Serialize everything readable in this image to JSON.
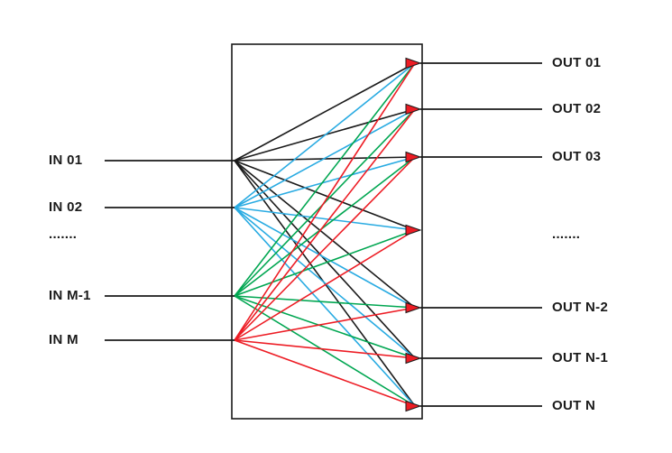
{
  "diagram": {
    "box_color": "#1a1a1a",
    "line_color": "#1a1a1a",
    "arrowhead": {
      "fill": "#ed1c24",
      "stroke": "#1a1a1a"
    },
    "inputs": [
      {
        "label": "IN 01",
        "color": "#1a1a1a"
      },
      {
        "label": "IN 02",
        "color": "#29abe2"
      },
      {
        "label": ".......",
        "color": ""
      },
      {
        "label": "IN M-1",
        "color": "#00a651"
      },
      {
        "label": "IN M",
        "color": "#ed1c24"
      }
    ],
    "outputs": [
      {
        "label": "OUT 01"
      },
      {
        "label": "OUT 02"
      },
      {
        "label": "OUT 03"
      },
      {
        "label": "......."
      },
      {
        "label": "OUT N-2"
      },
      {
        "label": "OUT N-1"
      },
      {
        "label": "OUT N"
      }
    ]
  }
}
